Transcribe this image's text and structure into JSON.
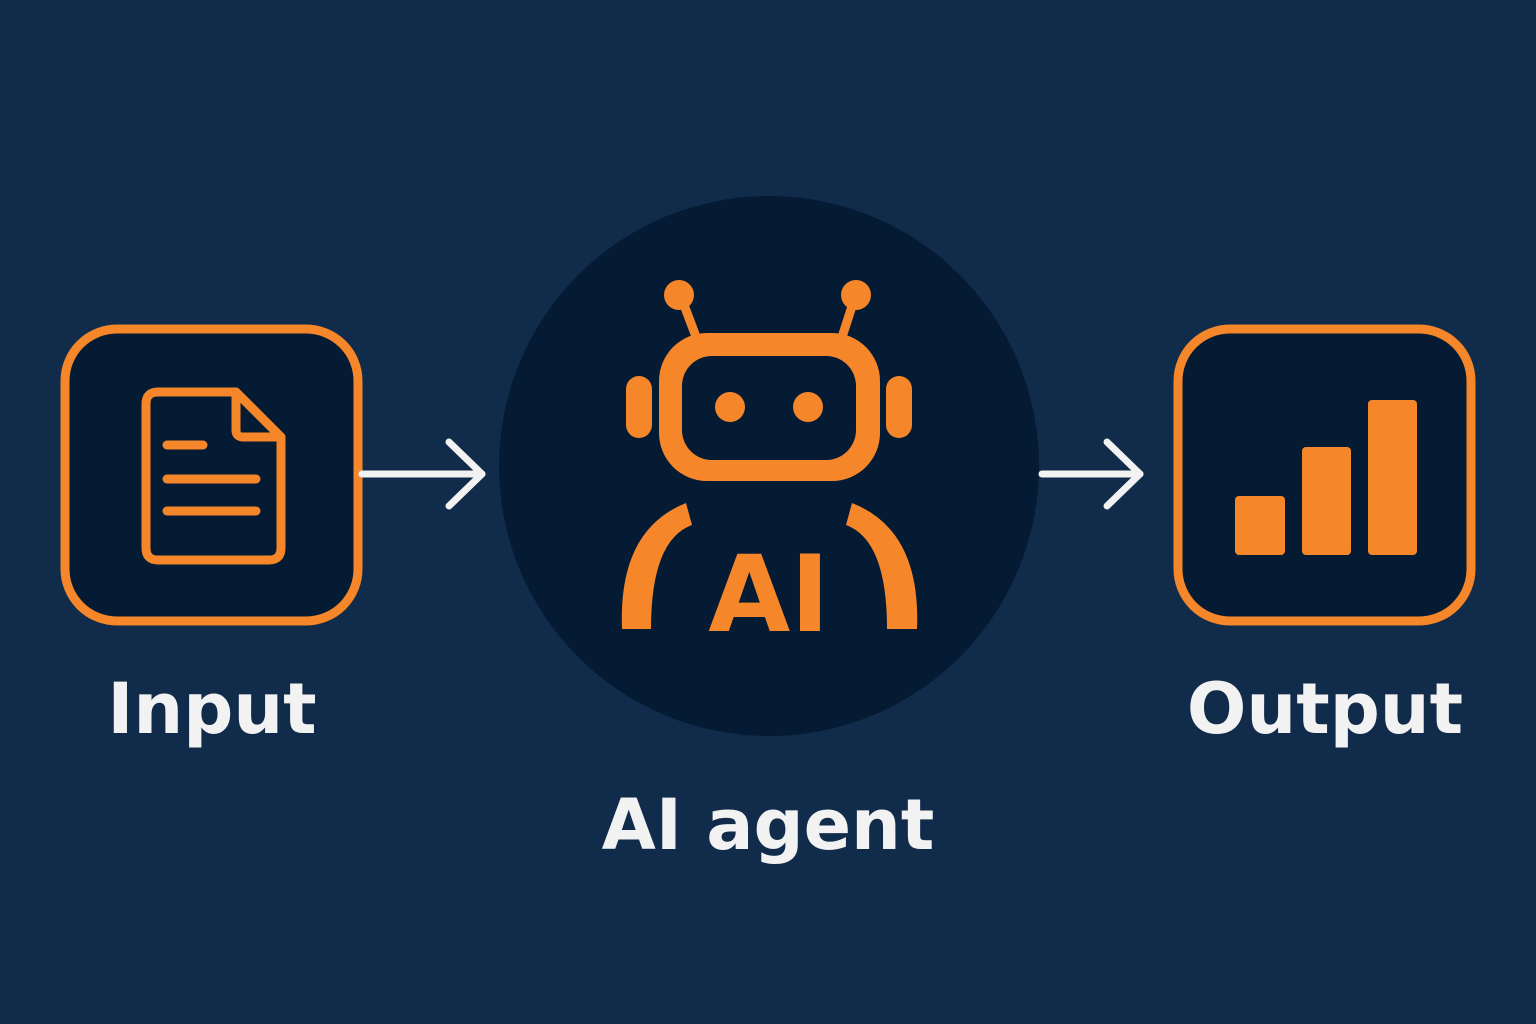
{
  "nodes": {
    "input": {
      "label": "Input",
      "icon": "document-icon"
    },
    "agent": {
      "label": "AI agent",
      "badge_text": "AI",
      "icon": "robot-icon"
    },
    "output": {
      "label": "Output",
      "icon": "bar-chart-icon"
    }
  },
  "edges": [
    {
      "from": "input",
      "to": "agent",
      "icon": "arrow-right-icon"
    },
    {
      "from": "agent",
      "to": "output",
      "icon": "arrow-right-icon"
    }
  ],
  "colors": {
    "background": "#112b4a",
    "node_fill": "#051a33",
    "accent": "#f5862a",
    "text": "#f2f2f2",
    "arrow": "#f2f2f2"
  }
}
